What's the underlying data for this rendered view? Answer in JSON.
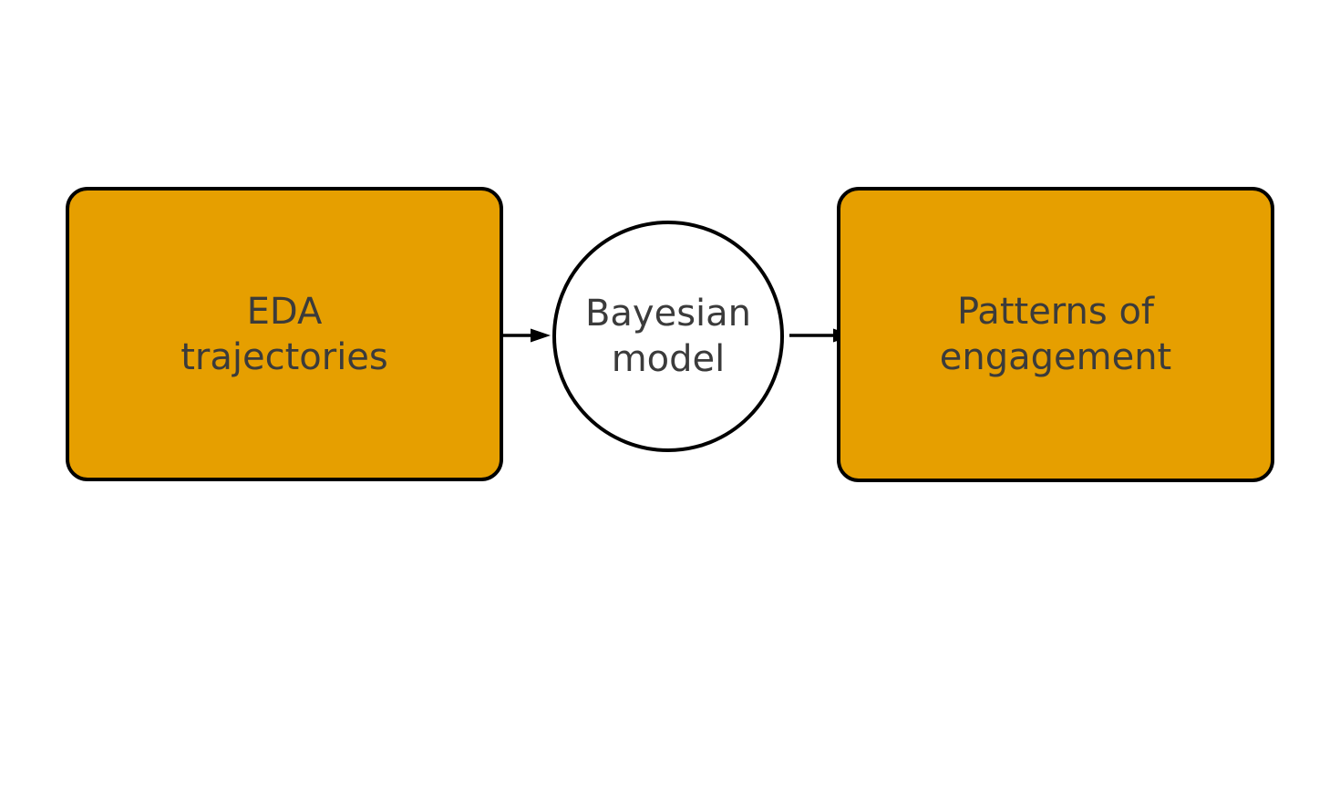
{
  "diagram": {
    "nodes": [
      {
        "id": "eda-trajectories",
        "shape": "rounded-rectangle",
        "lines": [
          "EDA",
          "trajectories"
        ]
      },
      {
        "id": "bayesian-model",
        "shape": "circle",
        "lines": [
          "Bayesian",
          "model"
        ]
      },
      {
        "id": "patterns-of-engagement",
        "shape": "rounded-rectangle",
        "lines": [
          "Patterns of",
          "engagement"
        ]
      }
    ],
    "edges": [
      {
        "from": "eda-trajectories",
        "to": "bayesian-model",
        "style": "solid-arrow"
      },
      {
        "from": "bayesian-model",
        "to": "patterns-of-engagement",
        "style": "solid-arrow"
      }
    ],
    "colors": {
      "background": "#ffffff",
      "node_fill": "#e69f00",
      "node_stroke": "#000000",
      "circle_fill": "#ffffff",
      "text": "#3b3b3b",
      "arrow": "#000000"
    }
  },
  "nodes": [
    {
      "lines": [
        "EDA",
        "trajectories"
      ]
    },
    {
      "lines": [
        "Bayesian",
        "model"
      ]
    },
    {
      "lines": [
        "Patterns of",
        "engagement"
      ]
    }
  ]
}
